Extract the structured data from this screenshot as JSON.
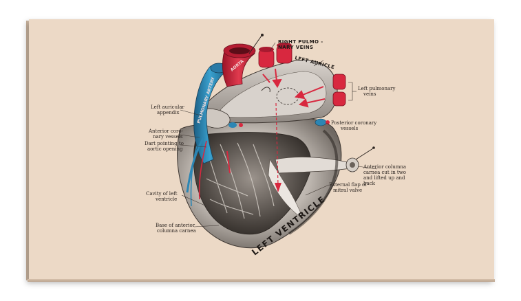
{
  "artwork": {
    "labels": {
      "right_pulmonary_veins_1": "RIGHT PULMO -",
      "right_pulmonary_veins_2": "NARY VEINS",
      "left_auricle": "LEFT AURICLE",
      "left_pulmonary_veins_1": "Left pulmonary",
      "left_pulmonary_veins_2": "veins",
      "left_auricular_appendix_1": "Left auricular",
      "left_auricular_appendix_2": "appendix",
      "posterior_coronary_1": "Posterior coronary",
      "posterior_coronary_2": "vessels",
      "anterior_coronary_1": "Anterior coro-",
      "anterior_coronary_2": "nary vessels",
      "dart_1": "Dart pointing to",
      "dart_2": "aortic opening",
      "anterior_columna_1": "Anterior columna",
      "anterior_columna_2": "carnea cut in two",
      "anterior_columna_3": "and lifted up and",
      "anterior_columna_4": "back",
      "cavity_1": "Cavity of left",
      "cavity_2": "ventricle",
      "external_flap_1": "External flap of",
      "external_flap_2": "mitral valve",
      "base_anterior_1": "Base of anterior",
      "base_anterior_2": "columna carnea",
      "left_ventricle": "LEFT VENTRICLE",
      "aorta": "AORTA",
      "pulmonary_artery": "PULMONARY ARTERY"
    },
    "colors": {
      "canvas": "#ecd9c6",
      "artery_red": "#d8283f",
      "vein_blue": "#2c86b4",
      "tissue_gray": "#cfc9c3",
      "ink": "#2b2420"
    }
  }
}
